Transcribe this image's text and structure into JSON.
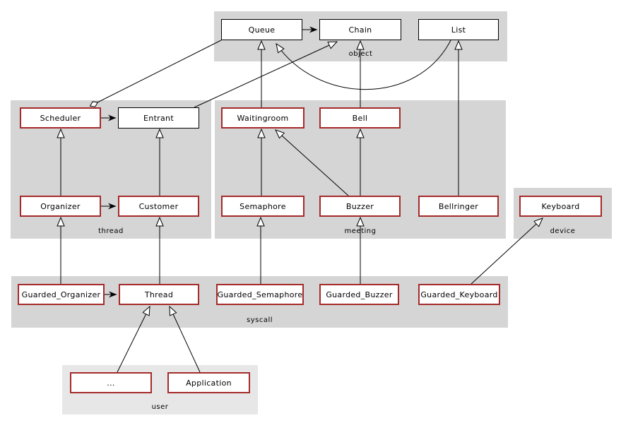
{
  "diagram": {
    "kind": "class-hierarchy",
    "groups": [
      {
        "id": "object",
        "label": "object"
      },
      {
        "id": "thread",
        "label": "thread"
      },
      {
        "id": "meeting",
        "label": "meeting"
      },
      {
        "id": "device",
        "label": "device"
      },
      {
        "id": "syscall",
        "label": "syscall"
      },
      {
        "id": "user",
        "label": "user"
      }
    ],
    "nodes": [
      {
        "label": "Queue",
        "group": "object",
        "border": "black"
      },
      {
        "label": "Chain",
        "group": "object",
        "border": "black"
      },
      {
        "label": "List",
        "group": "object",
        "border": "black"
      },
      {
        "label": "Scheduler",
        "group": "thread",
        "border": "red"
      },
      {
        "label": "Entrant",
        "group": "thread",
        "border": "black"
      },
      {
        "label": "Waitingroom",
        "group": "meeting",
        "border": "red"
      },
      {
        "label": "Bell",
        "group": "meeting",
        "border": "red"
      },
      {
        "label": "Organizer",
        "group": "thread",
        "border": "red"
      },
      {
        "label": "Customer",
        "group": "thread",
        "border": "red"
      },
      {
        "label": "Semaphore",
        "group": "meeting",
        "border": "red"
      },
      {
        "label": "Buzzer",
        "group": "meeting",
        "border": "red"
      },
      {
        "label": "Bellringer",
        "group": "meeting",
        "border": "red"
      },
      {
        "label": "Keyboard",
        "group": "device",
        "border": "red"
      },
      {
        "label": "Guarded_Organizer",
        "group": "syscall",
        "border": "red"
      },
      {
        "label": "Thread",
        "group": "syscall",
        "border": "red"
      },
      {
        "label": "Guarded_Semaphore",
        "group": "syscall",
        "border": "red"
      },
      {
        "label": "Guarded_Buzzer",
        "group": "syscall",
        "border": "red"
      },
      {
        "label": "Guarded_Keyboard",
        "group": "syscall",
        "border": "red"
      },
      {
        "label": "...",
        "group": "user",
        "border": "red"
      },
      {
        "label": "Application",
        "group": "user",
        "border": "red"
      }
    ],
    "edges": [
      {
        "from": "Waitingroom",
        "to": "Queue",
        "kind": "inherits"
      },
      {
        "from": "Bell",
        "to": "Chain",
        "kind": "inherits"
      },
      {
        "from": "Bellringer",
        "to": "List",
        "kind": "inherits"
      },
      {
        "from": "Entrant",
        "to": "Chain",
        "kind": "inherits"
      },
      {
        "from": "List",
        "to": "Queue",
        "kind": "inherits"
      },
      {
        "from": "Scheduler",
        "to": "Queue",
        "kind": "aggregates"
      },
      {
        "from": "Semaphore",
        "to": "Waitingroom",
        "kind": "inherits"
      },
      {
        "from": "Buzzer",
        "to": "Bell",
        "kind": "inherits"
      },
      {
        "from": "Buzzer",
        "to": "Waitingroom",
        "kind": "inherits"
      },
      {
        "from": "Organizer",
        "to": "Scheduler",
        "kind": "inherits"
      },
      {
        "from": "Customer",
        "to": "Entrant",
        "kind": "inherits"
      },
      {
        "from": "Guarded_Organizer",
        "to": "Organizer",
        "kind": "inherits"
      },
      {
        "from": "Thread",
        "to": "Customer",
        "kind": "inherits"
      },
      {
        "from": "Guarded_Semaphore",
        "to": "Semaphore",
        "kind": "inherits"
      },
      {
        "from": "Guarded_Buzzer",
        "to": "Buzzer",
        "kind": "inherits"
      },
      {
        "from": "Guarded_Keyboard",
        "to": "Keyboard",
        "kind": "inherits"
      },
      {
        "from": "...",
        "to": "Thread",
        "kind": "inherits"
      },
      {
        "from": "Application",
        "to": "Thread",
        "kind": "inherits"
      },
      {
        "from": "Queue",
        "to": "Chain",
        "kind": "uses"
      },
      {
        "from": "Scheduler",
        "to": "Entrant",
        "kind": "uses"
      },
      {
        "from": "Organizer",
        "to": "Customer",
        "kind": "uses"
      },
      {
        "from": "Guarded_Organizer",
        "to": "Thread",
        "kind": "uses"
      }
    ],
    "colors": {
      "group_background": "#d5d5d5",
      "user_group_background": "#e7e7e7",
      "red_border": "#a52a2a",
      "black_border": "#000000",
      "edge": "#000000",
      "page_background": "#ffffff"
    }
  }
}
